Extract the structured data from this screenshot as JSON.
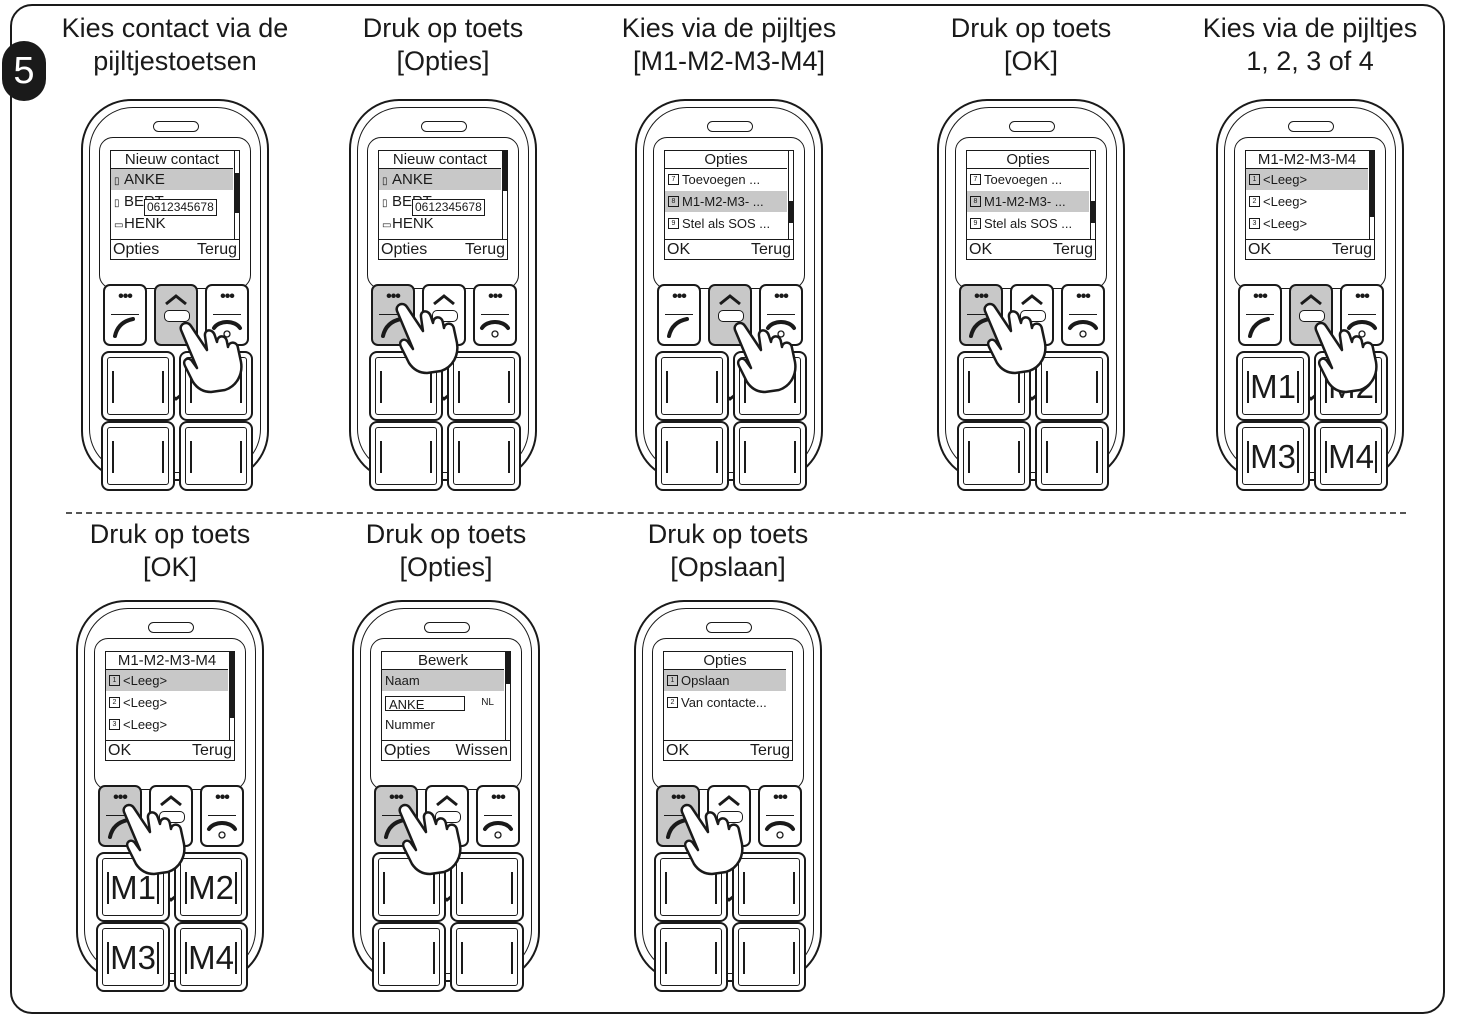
{
  "step_number": "5",
  "steps": [
    {
      "caption": [
        "Kies contact via de",
        "pijltjestoetsen"
      ],
      "screen": {
        "title": "Nieuw contact",
        "rows": [
          {
            "icon": "mobile-icon",
            "text": "ANKE",
            "highlight": true
          },
          {
            "icon": "mobile-icon",
            "text": "BERT",
            "highlight": false
          },
          {
            "icon": "landline-icon",
            "text": "HENK",
            "highlight": false
          }
        ],
        "popup": "0612345678",
        "softkey_left": "Opties",
        "softkey_right": "Terug"
      },
      "pressed_key": "nav-down",
      "memory_labels": null
    },
    {
      "caption": [
        "Druk op toets",
        "[Opties]"
      ],
      "screen": {
        "title": "Nieuw contact",
        "rows": [
          {
            "icon": "mobile-icon",
            "text": "ANKE",
            "highlight": true
          },
          {
            "icon": "mobile-icon",
            "text": "BERT",
            "highlight": false
          },
          {
            "icon": "landline-icon",
            "text": "HENK",
            "highlight": false
          }
        ],
        "popup": "0612345678",
        "softkey_left": "Opties",
        "softkey_right": "Terug"
      },
      "pressed_key": "left-soft",
      "memory_labels": null
    },
    {
      "caption": [
        "Kies via de pijltjes",
        "[M1-M2-M3-M4]"
      ],
      "screen": {
        "title": "Opties",
        "rows": [
          {
            "num": "7",
            "text": "Toevoegen ...",
            "highlight": false
          },
          {
            "num": "8",
            "text": "M1-M2-M3- ...",
            "highlight": true
          },
          {
            "num": "9",
            "text": "Stel als SOS ...",
            "highlight": false
          }
        ],
        "softkey_left": "OK",
        "softkey_right": "Terug"
      },
      "pressed_key": "nav-down",
      "memory_labels": null
    },
    {
      "caption": [
        "Druk op toets",
        "[OK]"
      ],
      "screen": {
        "title": "Opties",
        "rows": [
          {
            "num": "7",
            "text": "Toevoegen ...",
            "highlight": false
          },
          {
            "num": "8",
            "text": "M1-M2-M3- ...",
            "highlight": true
          },
          {
            "num": "9",
            "text": "Stel als SOS ...",
            "highlight": false
          }
        ],
        "softkey_left": "OK",
        "softkey_right": "Terug"
      },
      "pressed_key": "left-soft",
      "memory_labels": null
    },
    {
      "caption": [
        "Kies via de pijltjes",
        "1, 2, 3 of 4"
      ],
      "screen": {
        "title": "M1-M2-M3-M4",
        "rows": [
          {
            "num": "1",
            "text": "<Leeg>",
            "highlight": true
          },
          {
            "num": "2",
            "text": "<Leeg>",
            "highlight": false
          },
          {
            "num": "3",
            "text": "<Leeg>",
            "highlight": false
          }
        ],
        "softkey_left": "OK",
        "softkey_right": "Terug"
      },
      "pressed_key": "nav-down",
      "memory_labels": [
        "M1",
        "M2",
        "M3",
        "M4"
      ]
    },
    {
      "caption": [
        "Druk op toets",
        "[OK]"
      ],
      "screen": {
        "title": "M1-M2-M3-M4",
        "rows": [
          {
            "num": "1",
            "text": "<Leeg>",
            "highlight": true
          },
          {
            "num": "2",
            "text": "<Leeg>",
            "highlight": false
          },
          {
            "num": "3",
            "text": "<Leeg>",
            "highlight": false
          }
        ],
        "softkey_left": "OK",
        "softkey_right": "Terug"
      },
      "pressed_key": "left-soft",
      "memory_labels": [
        "M1",
        "M2",
        "M3",
        "M4"
      ]
    },
    {
      "caption": [
        "Druk op toets",
        "[Opties]"
      ],
      "screen": {
        "title": "Bewerk",
        "rows": [
          {
            "text": "Naam",
            "highlight": true
          },
          {
            "field": "ANKE",
            "flag": "NL",
            "highlight": false
          },
          {
            "text": "Nummer",
            "highlight": false
          }
        ],
        "softkey_left": "Opties",
        "softkey_right": "Wissen"
      },
      "pressed_key": "left-soft",
      "memory_labels": null
    },
    {
      "caption": [
        "Druk op toets",
        "[Opslaan]"
      ],
      "screen": {
        "title": "Opties",
        "rows": [
          {
            "num": "1",
            "text": "Opslaan",
            "highlight": true
          },
          {
            "num": "2",
            "text": "Van contacte...",
            "highlight": false
          }
        ],
        "softkey_left": "OK",
        "softkey_right": "Terug"
      },
      "pressed_key": "left-soft",
      "memory_labels": null
    }
  ]
}
